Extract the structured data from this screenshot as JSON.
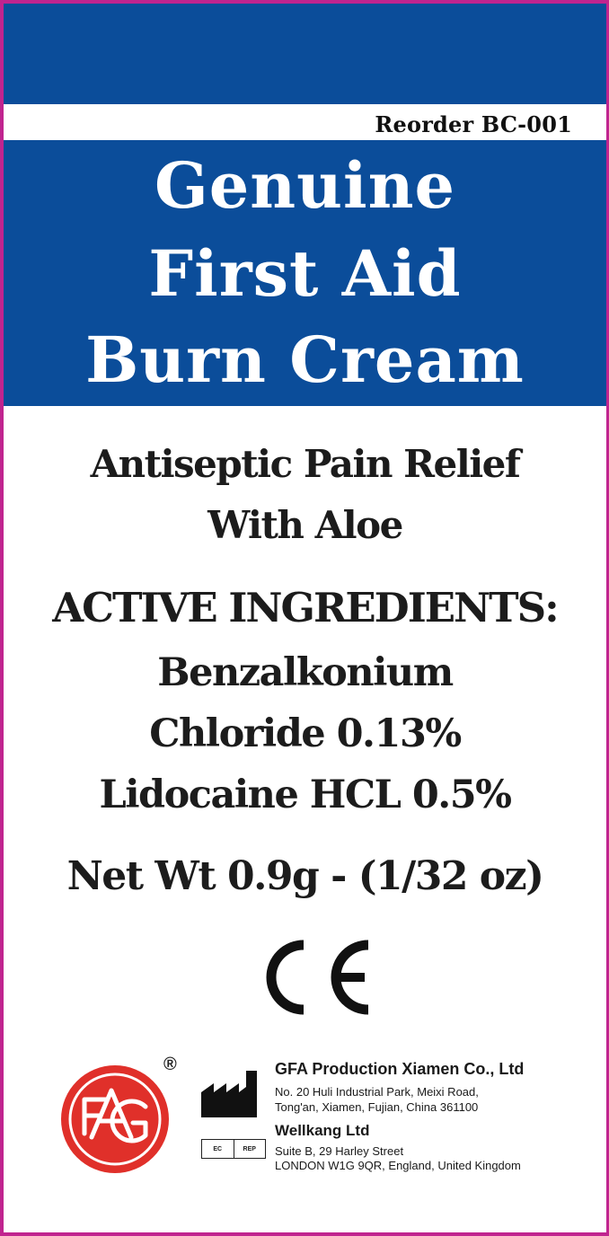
{
  "colors": {
    "brand_blue": "#0b4d9a",
    "frame_magenta": "#c0248f",
    "seal_red": "#e0302a"
  },
  "header": {
    "reorder": "Reorder BC-001"
  },
  "title": {
    "line1": "Genuine",
    "line2": "First Aid",
    "line3": "Burn Cream"
  },
  "subtitle": {
    "line1": "Antiseptic Pain Relief",
    "line2": "With Aloe"
  },
  "active_ingredients": {
    "heading": "ACTIVE INGREDIENTS:",
    "lines": [
      "Benzalkonium",
      "Chloride 0.13%",
      "Lidocaine HCL 0.5%"
    ]
  },
  "net_weight": "Net Wt 0.9g - (1/32 oz)",
  "marks": {
    "ce": "CE mark",
    "registered": "®"
  },
  "manufacturer": {
    "name": "GFA Production Xiamen Co., Ltd",
    "address_line1": "No. 20 Huli Industrial Park, Meixi Road,",
    "address_line2": "Tong'an, Xiamen, Fujian, China 361100"
  },
  "ec_rep": {
    "badge_left": "EC",
    "badge_right": "REP",
    "name": "Wellkang Ltd",
    "address_line1": "Suite B, 29 Harley Street",
    "address_line2": "LONDON W1G 9QR, England, United Kingdom"
  },
  "icons": {
    "factory": "manufacturer-factory-icon",
    "seal": "gfa-logo-seal"
  }
}
